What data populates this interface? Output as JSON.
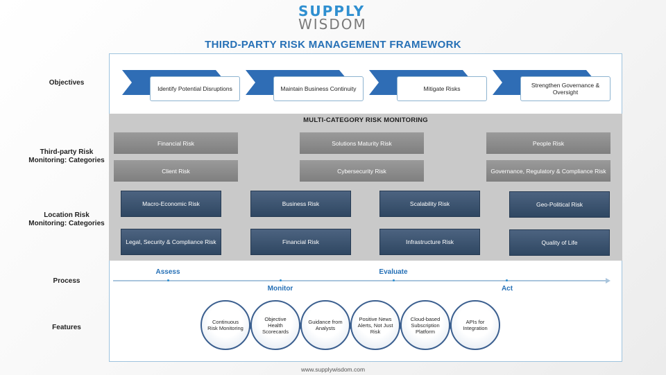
{
  "logo": {
    "line1": "SUPPLY",
    "line2": "WISDOM"
  },
  "title": "THIRD-PARTY RISK MANAGEMENT FRAMEWORK",
  "row_labels": {
    "objectives": "Objectives",
    "third_party": "Third-party Risk Monitoring: Categories",
    "location": "Location Risk Monitoring: Categories",
    "process": "Process",
    "features": "Features"
  },
  "objectives": [
    "Identify Potential Disruptions",
    "Maintain Business Continuity",
    "Mitigate Risks",
    "Strengthen Governance & Oversight"
  ],
  "multi_category_title": "MULTI-CATEGORY RISK MONITORING",
  "third_party_categories": [
    "Financial Risk",
    "Solutions Maturity Risk",
    "People Risk",
    "Client Risk",
    "Cybersecurity Risk",
    "Governance, Regulatory & Compliance Risk"
  ],
  "location_categories": [
    "Macro-Economic Risk",
    "Business Risk",
    "Scalability Risk",
    "Geo-Political Risk",
    "Legal, Security & Compliance Risk",
    "Financial Risk",
    "Infrastructure Risk",
    "Quality of Life"
  ],
  "process_steps": [
    "Assess",
    "Monitor",
    "Evaluate",
    "Act"
  ],
  "features": [
    "Continuous Risk Monitoring",
    "Objective Health Scorecards",
    "Guidance from Analysts",
    "Positive News Alerts, Not Just Risk",
    "Cloud-based Subscription Platform",
    "APIs for Integration"
  ],
  "footer": "www.supplywisdom.com",
  "colors": {
    "accent_blue": "#2670b6",
    "chevron_blue": "#2f6db5",
    "gray_box": "#8c8c8c",
    "navy_box": "#3b5470",
    "band_gray": "#c9c9c9"
  }
}
